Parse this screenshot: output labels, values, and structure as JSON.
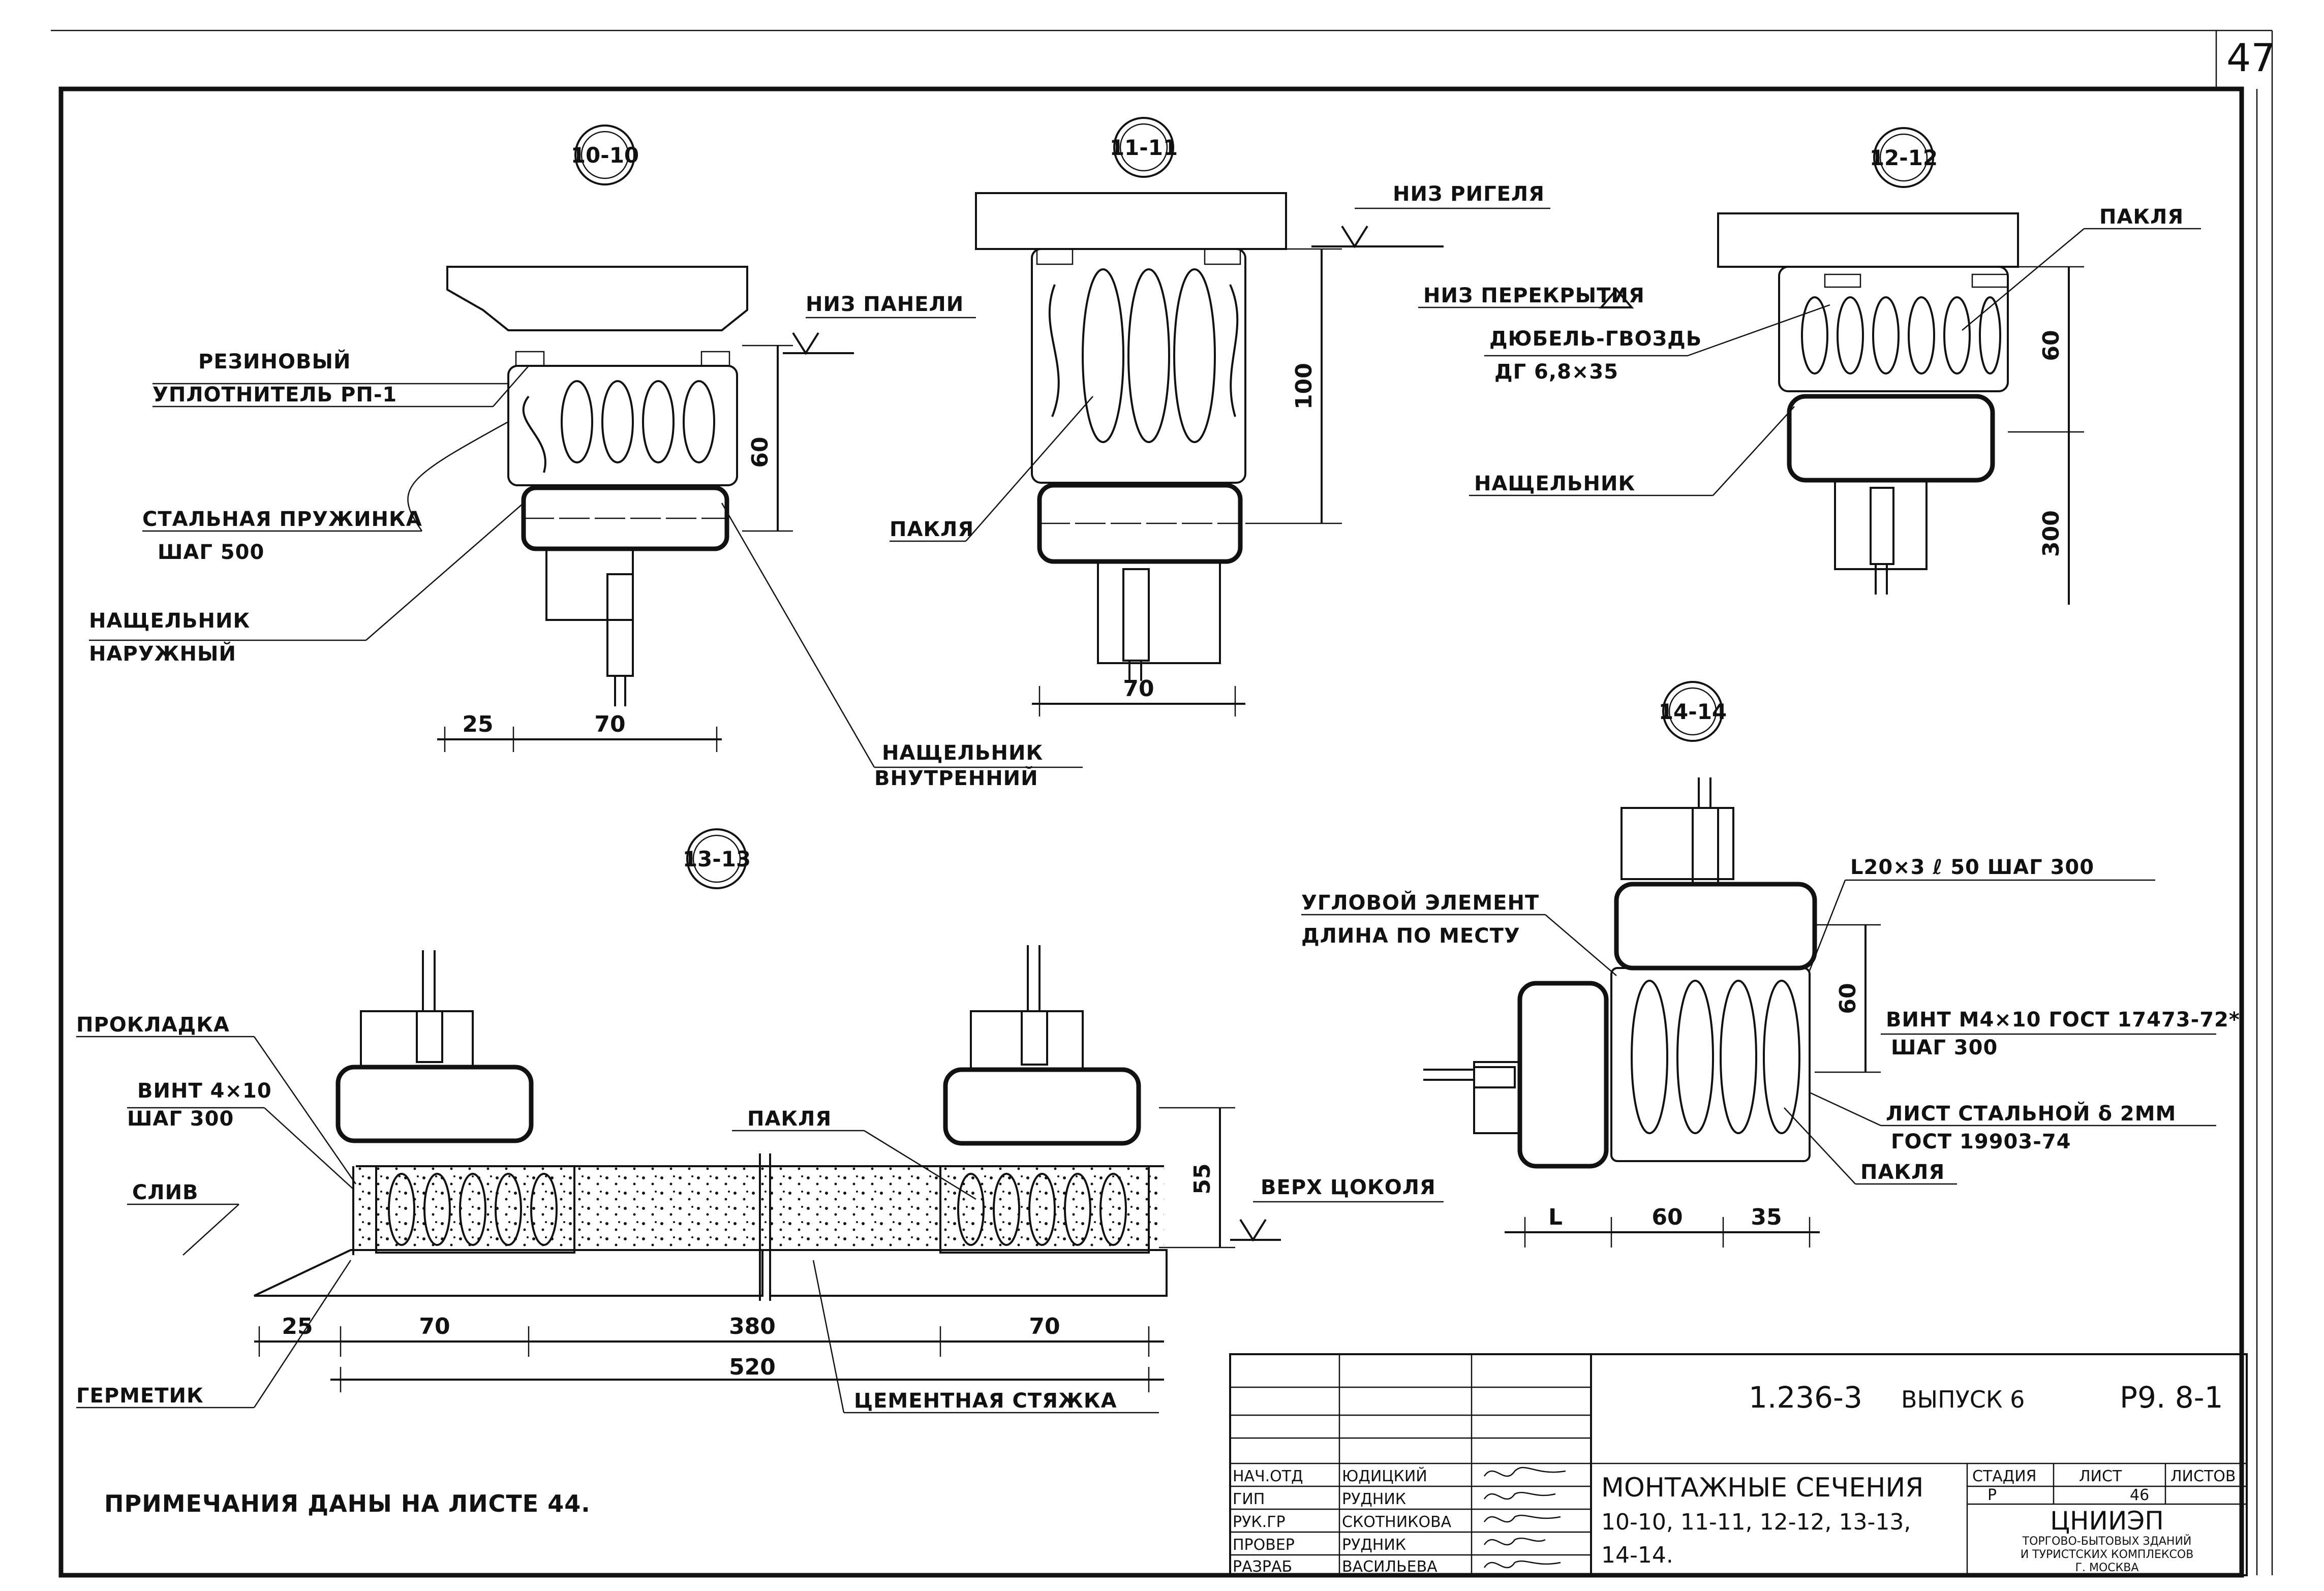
{
  "page_number": "47",
  "section_markers": [
    "10-10",
    "11-11",
    "12-12",
    "13-13",
    "14-14"
  ],
  "s1010": {
    "label_niz_paneli": "НИЗ ПАНЕЛИ",
    "label_rubber_1": "РЕЗИНОВЫЙ",
    "label_rubber_2": "УПЛОТНИТЕЛЬ РП-1",
    "label_spring_1": "СТАЛЬНАЯ ПРУЖИНКА",
    "label_spring_2": "ШАГ 500",
    "label_outer_1": "НАЩЕЛЬНИК",
    "label_outer_2": "НАРУЖНЫЙ",
    "label_inner_1": "НАЩЕЛЬНИК",
    "label_inner_2": "ВНУТРЕННИЙ",
    "dim_height": "60",
    "dim_left": "25",
    "dim_width": "70"
  },
  "s1111": {
    "label_niz_rigelya": "НИЗ РИГЕЛЯ",
    "label_paklya": "ПАКЛЯ",
    "dim_height": "100",
    "dim_width": "70"
  },
  "s1212": {
    "label_niz_perekrytiya": "НИЗ ПЕРЕКРЫТИЯ",
    "label_dowel_1": "ДЮБЕЛЬ-ГВОЗДЬ",
    "label_dowel_2": "ДГ 6,8×35",
    "label_paklya": "ПАКЛЯ",
    "label_nashchelnik": "НАЩЕЛЬНИК",
    "dim_height": "60",
    "dim_bottom": "300"
  },
  "s1313": {
    "label_gasket": "ПРОКЛАДКА",
    "label_screw_1": "ВИНТ 4×10",
    "label_screw_2": "ШАГ 300",
    "label_drain": "СЛИВ",
    "label_paklya": "ПАКЛЯ",
    "label_verh_tsokolya": "ВЕРХ ЦОКОЛЯ",
    "label_germetik": "ГЕРМЕТИК",
    "label_screed": "ЦЕМЕНТНАЯ СТЯЖКА",
    "dim_55": "55",
    "dim_25": "25",
    "dim_70a": "70",
    "dim_380": "380",
    "dim_70b": "70",
    "dim_520": "520"
  },
  "s1414": {
    "label_angle": "L20×3  ℓ 50  ШАГ 300",
    "label_corner_1": "УГЛОВОЙ ЭЛЕМЕНТ",
    "label_corner_2": "ДЛИНА ПО МЕСТУ",
    "label_screw_1": "ВИНТ М4×10  ГОСТ 17473-72*",
    "label_screw_2": "ШАГ 300",
    "label_sheet_1": "ЛИСТ СТАЛЬНОЙ δ 2ММ",
    "label_sheet_2": "ГОСТ 19903-74",
    "label_paklya": "ПАКЛЯ",
    "dim_height": "60",
    "dim_L": "L",
    "dim_60": "60",
    "dim_35": "35"
  },
  "note": "ПРИМЕЧАНИЯ ДАНЫ НА ЛИСТЕ 44.",
  "title_block": {
    "code": "1.236-3",
    "issue": "ВЫПУСК 6",
    "sheet_code": "Р9. 8-1",
    "title_1": "МОНТАЖНЫЕ СЕЧЕНИЯ",
    "title_2": "10-10, 11-11,  12-12, 13-13,",
    "title_3": "14-14.",
    "stage_header": "СТАДИЯ",
    "sheet_header": "ЛИСТ",
    "sheets_header": "ЛИСТОВ",
    "stage": "Р",
    "sheet": "46",
    "org": "ЦНИИЭП",
    "org_2": "ТОРГОВО-БЫТОВЫХ ЗДАНИЙ",
    "org_3": "И ТУРИСТСКИХ КОМПЛЕКСОВ",
    "org_4": "Г. МОСКВА",
    "people": [
      {
        "role": "НАЧ.ОТД",
        "name": "ЮДИЦКИЙ"
      },
      {
        "role": "ГИП",
        "name": "РУДНИК"
      },
      {
        "role": "РУК.ГР",
        "name": "СКОТНИКОВА"
      },
      {
        "role": "ПРОВЕР",
        "name": "РУДНИК"
      },
      {
        "role": "РАЗРАБ",
        "name": "ВАСИЛЬЕВА"
      }
    ]
  }
}
